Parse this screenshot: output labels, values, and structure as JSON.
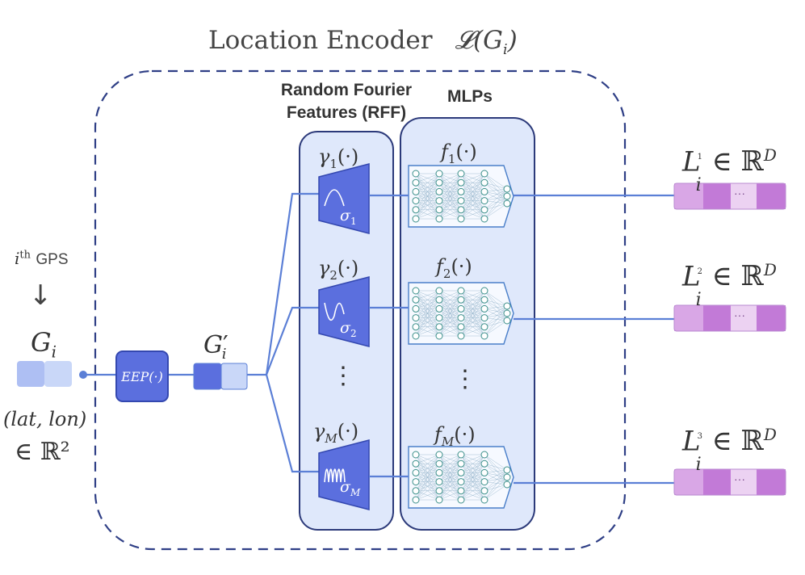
{
  "title": {
    "text": "Location Encoder",
    "formula": "𝓛(G",
    "formula_sub": "i",
    "formula_end": ")"
  },
  "rff": {
    "label_line1": "Random Fourier",
    "label_line2": "Features (RFF)"
  },
  "mlps": {
    "label": "MLPs"
  },
  "input": {
    "superscript_prefix": "i",
    "superscript": "th",
    "gps_text": "GPS",
    "arrow": "↓",
    "G": "G",
    "G_sub": "i",
    "latlon": "(lat, lon)",
    "in_R2": "∈ ℝ²"
  },
  "eep": {
    "label": "EEP(·)"
  },
  "g_prime": {
    "G": "G",
    "sub": "i",
    "prime": "′"
  },
  "rff_blocks": [
    {
      "gamma": "γ",
      "sub": "1",
      "arg": "(·)",
      "sigma": "σ",
      "sigma_sub": "1"
    },
    {
      "gamma": "γ",
      "sub": "2",
      "arg": "(·)",
      "sigma": "σ",
      "sigma_sub": "2"
    },
    {
      "gamma": "γ",
      "sub": "M",
      "arg": "(·)",
      "sigma": "σ",
      "sigma_sub": "M"
    }
  ],
  "mlp_blocks": [
    {
      "f": "f",
      "sub": "1",
      "arg": "(·)"
    },
    {
      "f": "f",
      "sub": "2",
      "arg": "(·)"
    },
    {
      "f": "f",
      "sub": "M",
      "arg": "(·)"
    }
  ],
  "vdots": "⋮",
  "outputs": [
    {
      "L": "L",
      "sup": "1",
      "sub": "i",
      "in_space": "∈ ℝ",
      "dim": "D",
      "ellipsis": "···"
    },
    {
      "L": "L",
      "sup": "2",
      "sub": "i",
      "in_space": "∈ ℝ",
      "dim": "D",
      "ellipsis": "···"
    },
    {
      "L": "L",
      "sup": "3",
      "sub": "i",
      "in_space": "∈ ℝ",
      "dim": "D",
      "ellipsis": "···"
    }
  ],
  "colors": {
    "dashed_border": "#2f3f86",
    "panel_fill": "#dfe8fb",
    "panel_border": "#2c3a7a",
    "block_fill": "#5b6fde",
    "block_border": "#3448b0",
    "line": "#5b7fd6",
    "input_light": "#c9d7f8",
    "input_mid": "#aebff3",
    "output_light": "#d9a7e6",
    "output_dark": "#c27ad7",
    "output_pale": "#ecd2f2",
    "net_border": "#4a7fc9",
    "net_node": "#3b8f8a"
  }
}
